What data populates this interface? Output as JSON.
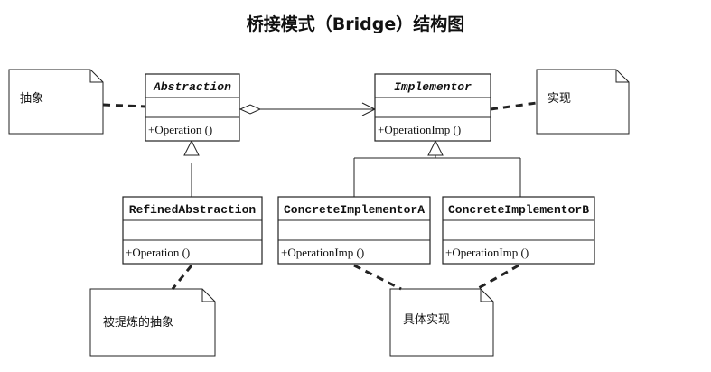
{
  "diagram": {
    "title": "桥接模式（Bridge）结构图",
    "classes": {
      "abstraction": {
        "name": "Abstraction",
        "operation": "+Operation ()"
      },
      "implementor": {
        "name": "Implementor",
        "operation": "+OperationImp ()"
      },
      "refined_abstraction": {
        "name": "RefinedAbstraction",
        "operation": "+Operation ()"
      },
      "concrete_implementor_a": {
        "name": "ConcreteImplementorA",
        "operation": "+OperationImp ()"
      },
      "concrete_implementor_b": {
        "name": "ConcreteImplementorB",
        "operation": "+OperationImp ()"
      }
    },
    "notes": {
      "abstraction": "抽象",
      "implementation": "实现",
      "refined": "被提炼的抽象",
      "concrete": "具体实现"
    }
  }
}
